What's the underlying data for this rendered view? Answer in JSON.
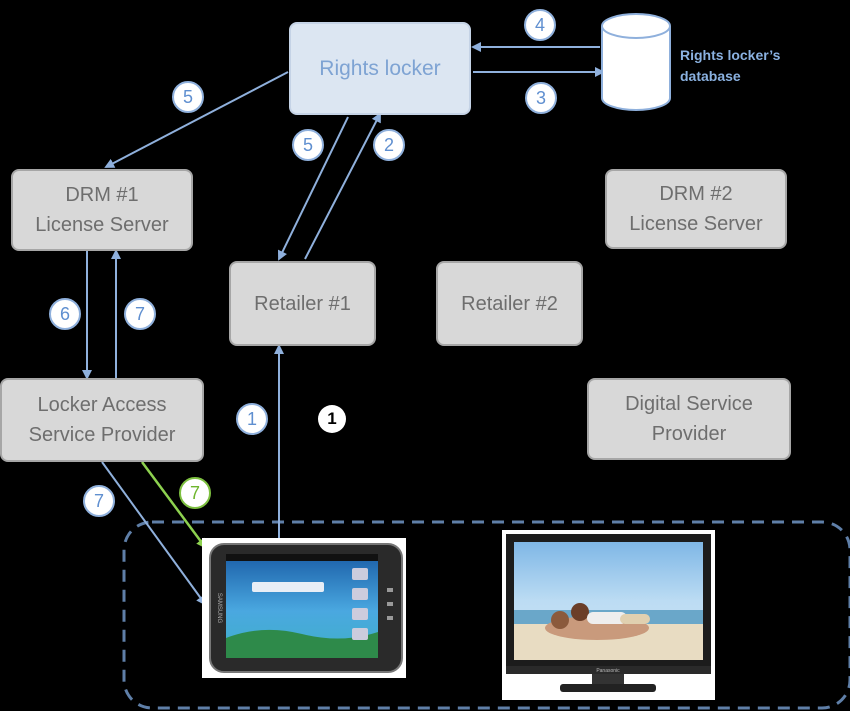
{
  "nodes": {
    "rights_locker": "Rights locker",
    "db_label_line1": "Rights locker’s",
    "db_label_line2": "database",
    "drm1_line1": "DRM #1",
    "drm1_line2": "License Server",
    "drm2_line1": "DRM #2",
    "drm2_line2": "License Server",
    "retailer1": "Retailer #1",
    "retailer2": "Retailer #2",
    "lasp_line1": "Locker Access",
    "lasp_line2": "Service Provider",
    "dsp_line1": "Digital Service",
    "dsp_line2": "Provider"
  },
  "steps": {
    "s1": "1",
    "s1_black": "1",
    "s2": "2",
    "s3": "3",
    "s4": "4",
    "s5_left": "5",
    "s5_center": "5",
    "s6": "6",
    "s7_lasp": "7",
    "s7_device": "7",
    "s7_green": "7"
  },
  "devices": {
    "tablet_brand": "SAMSUNG",
    "tv_brand": "Panasonic"
  },
  "colors": {
    "arrow_blue": "#8fb0dc",
    "arrow_green": "#8dd14f",
    "box_fill": "#d8d8d8",
    "locker_fill": "#dce6f2",
    "home_border": "#5f7fa8"
  }
}
